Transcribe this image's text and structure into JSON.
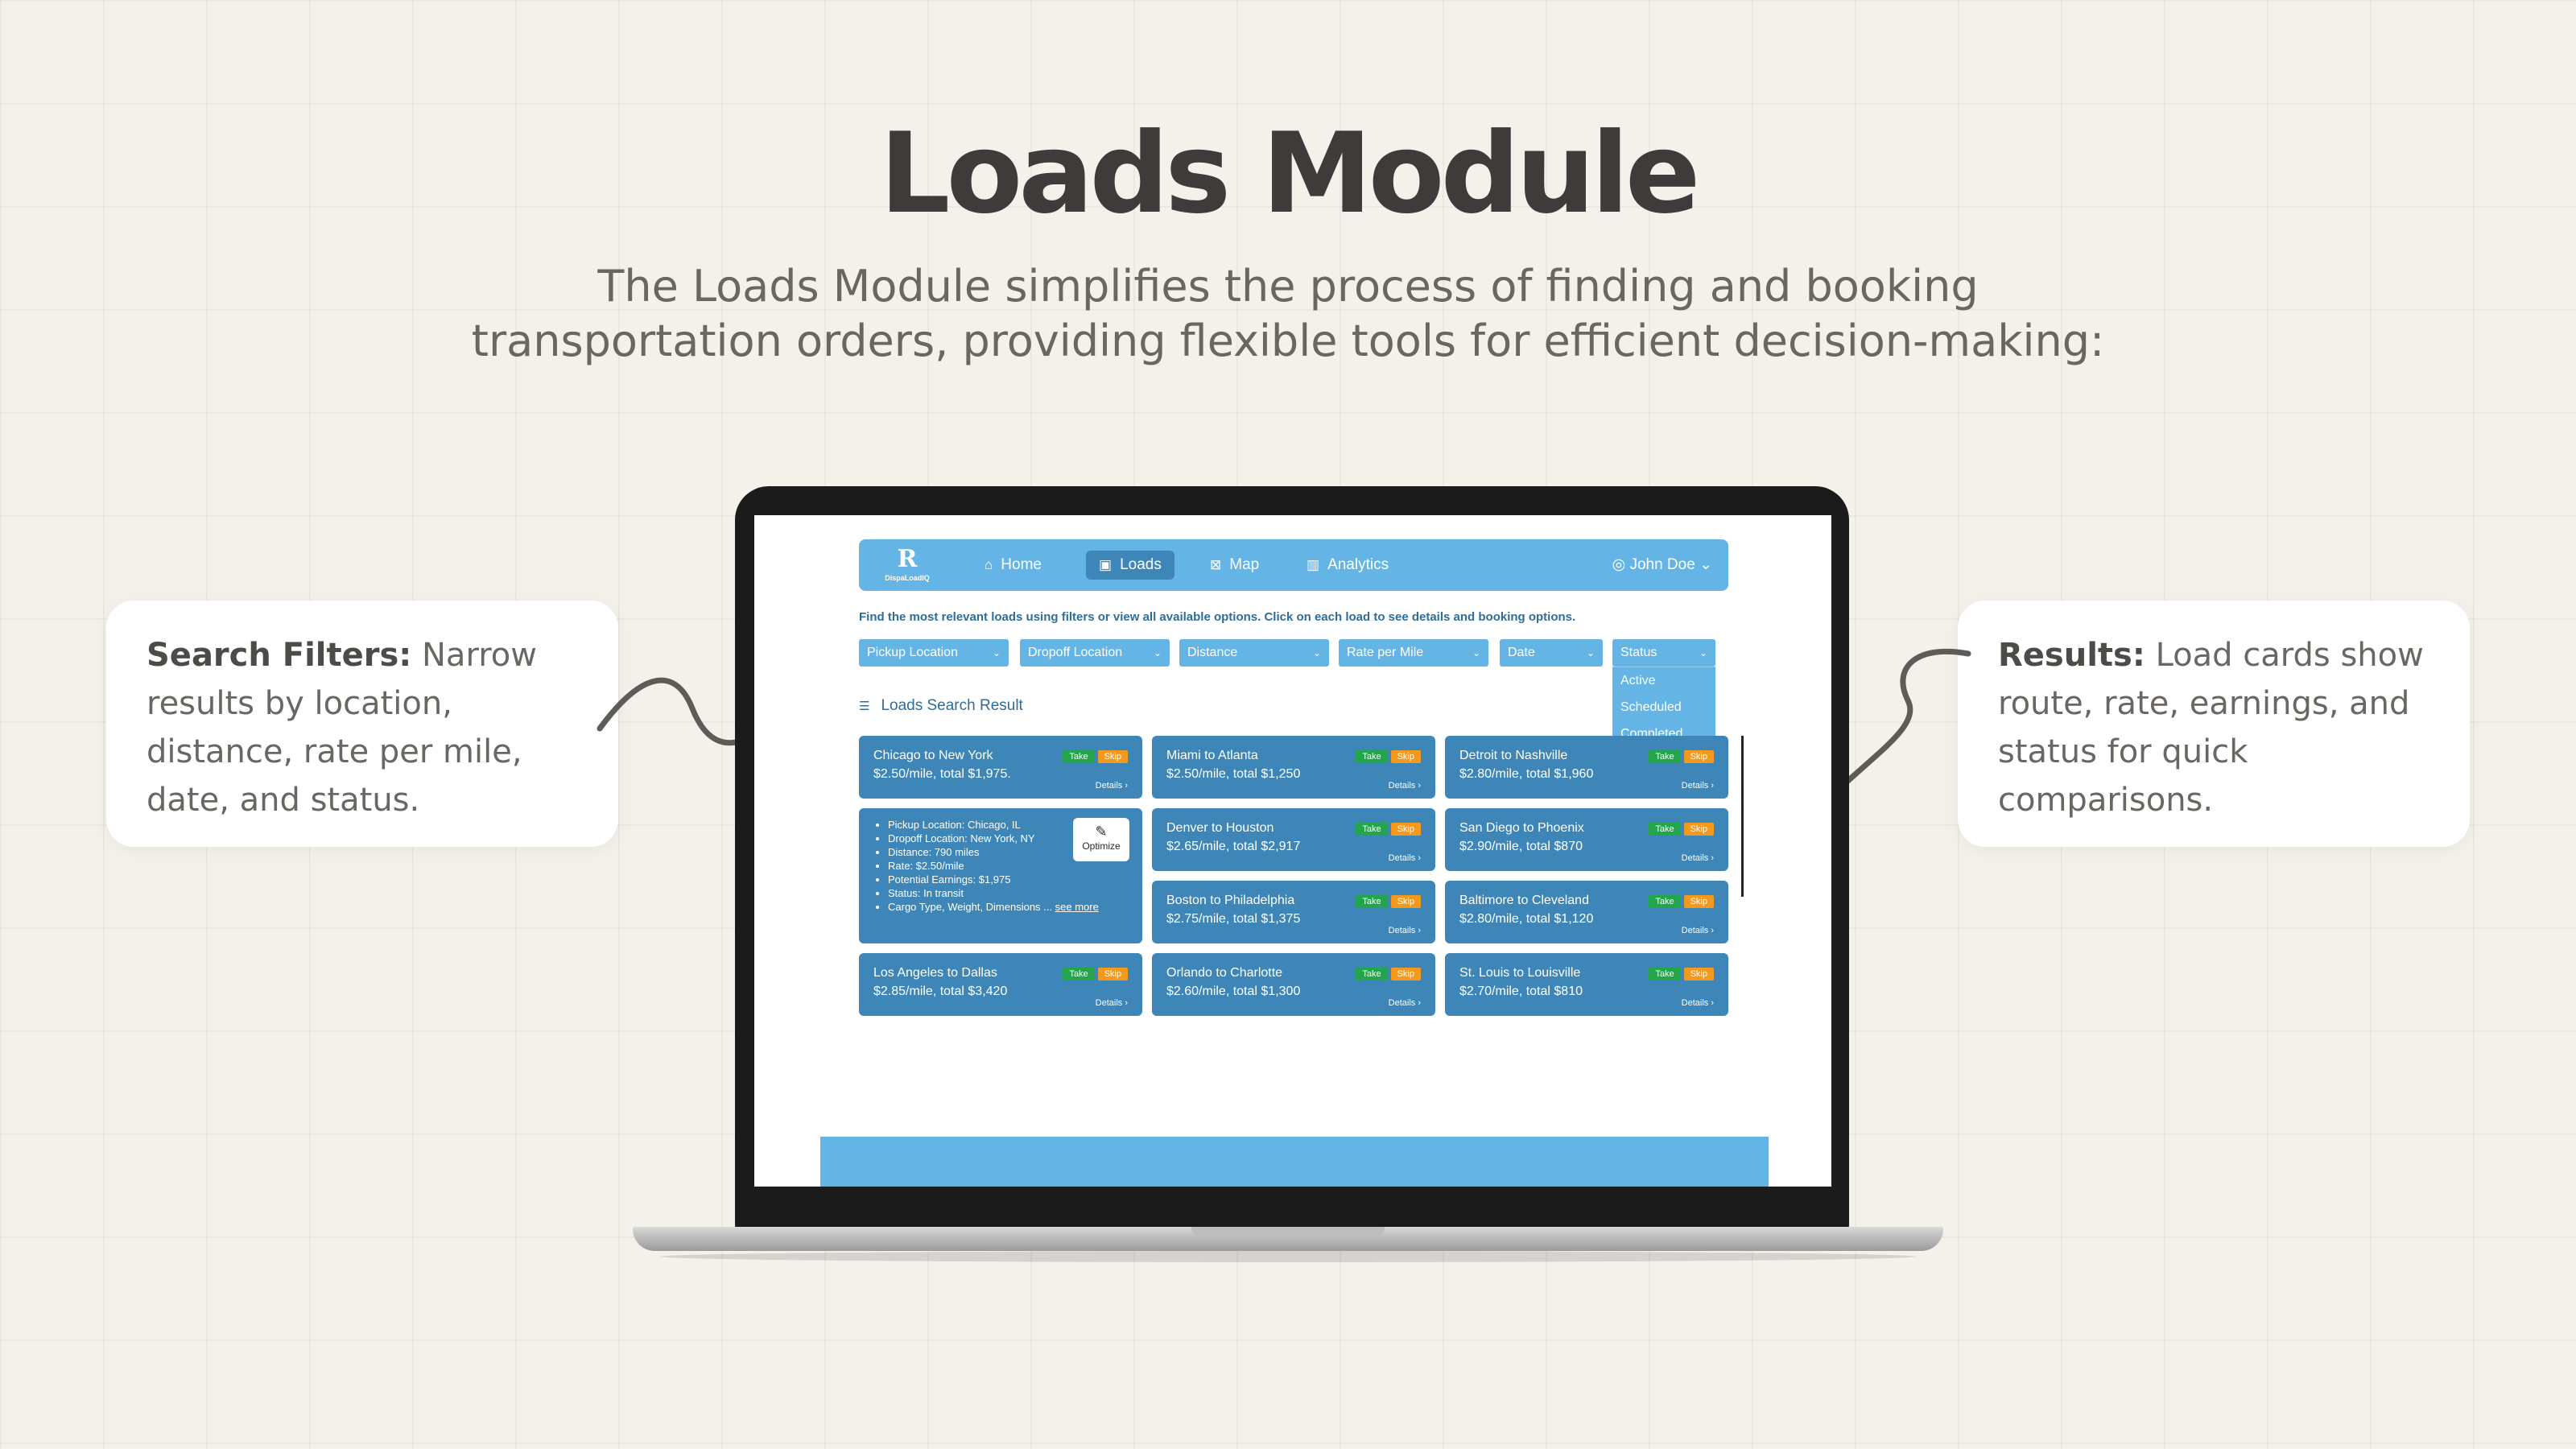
{
  "page": {
    "title": "Loads Module",
    "subtitle": "The Loads Module simplifies the process of finding and booking transportation orders, providing flexible tools for efficient decision-making:"
  },
  "callouts": {
    "left": {
      "bold": "Search Filters:",
      "text": " Narrow results by location, distance, rate per mile, date, and status."
    },
    "right": {
      "bold": "Results:",
      "text": " Load cards show route, rate, earnings, and status for quick comparisons."
    }
  },
  "app": {
    "logo": {
      "mark": "R",
      "name": "DispaLoadIQ"
    },
    "nav": {
      "home": "Home",
      "loads": "Loads",
      "map": "Map",
      "analytics": "Analytics",
      "user": "John Doe"
    },
    "info_text": "Find the most relevant loads using filters or view all available options. Click on each load to see details and booking options.",
    "filters": {
      "pickup": "Pickup Location",
      "dropoff": "Dropoff Location",
      "distance": "Distance",
      "rate": "Rate per Mile",
      "date": "Date",
      "status": "Status",
      "status_options": [
        "Active",
        "Scheduled",
        "Completed"
      ]
    },
    "results_heading": "Loads Search Result",
    "buttons": {
      "take": "Take",
      "skip": "Skip",
      "details": "Details",
      "optimize": "Optimize",
      "see_more": "see more"
    },
    "cards": [
      {
        "route": "Chicago to New York",
        "price": "$2.50/mile, total $1,975."
      },
      {
        "route": "Miami to Atlanta",
        "price": "$2.50/mile, total $1,250"
      },
      {
        "route": "Detroit to Nashville",
        "price": "$2.80/mile, total $1,960"
      },
      {
        "route": "Denver to Houston",
        "price": "$2.65/mile, total $2,917"
      },
      {
        "route": "San Diego to Phoenix",
        "price": "$2.90/mile, total $870"
      },
      {
        "route": "Boston to Philadelphia",
        "price": "$2.75/mile, total $1,375"
      },
      {
        "route": "Baltimore to Cleveland",
        "price": "$2.80/mile, total $1,120"
      },
      {
        "route": "Los Angeles to Dallas",
        "price": "$2.85/mile, total $3,420"
      },
      {
        "route": "Orlando to Charlotte",
        "price": "$2.60/mile, total $1,300"
      },
      {
        "route": "St. Louis to Louisville",
        "price": "$2.70/mile, total $810"
      }
    ],
    "expanded": {
      "lines": [
        "Pickup Location: Chicago, IL",
        "Dropoff Location: New York, NY",
        "Distance: 790 miles",
        "Rate: $2.50/mile",
        "Potential Earnings: $1,975",
        "Status: In transit"
      ],
      "last_line": "Cargo Type, Weight, Dimensions ... "
    }
  }
}
